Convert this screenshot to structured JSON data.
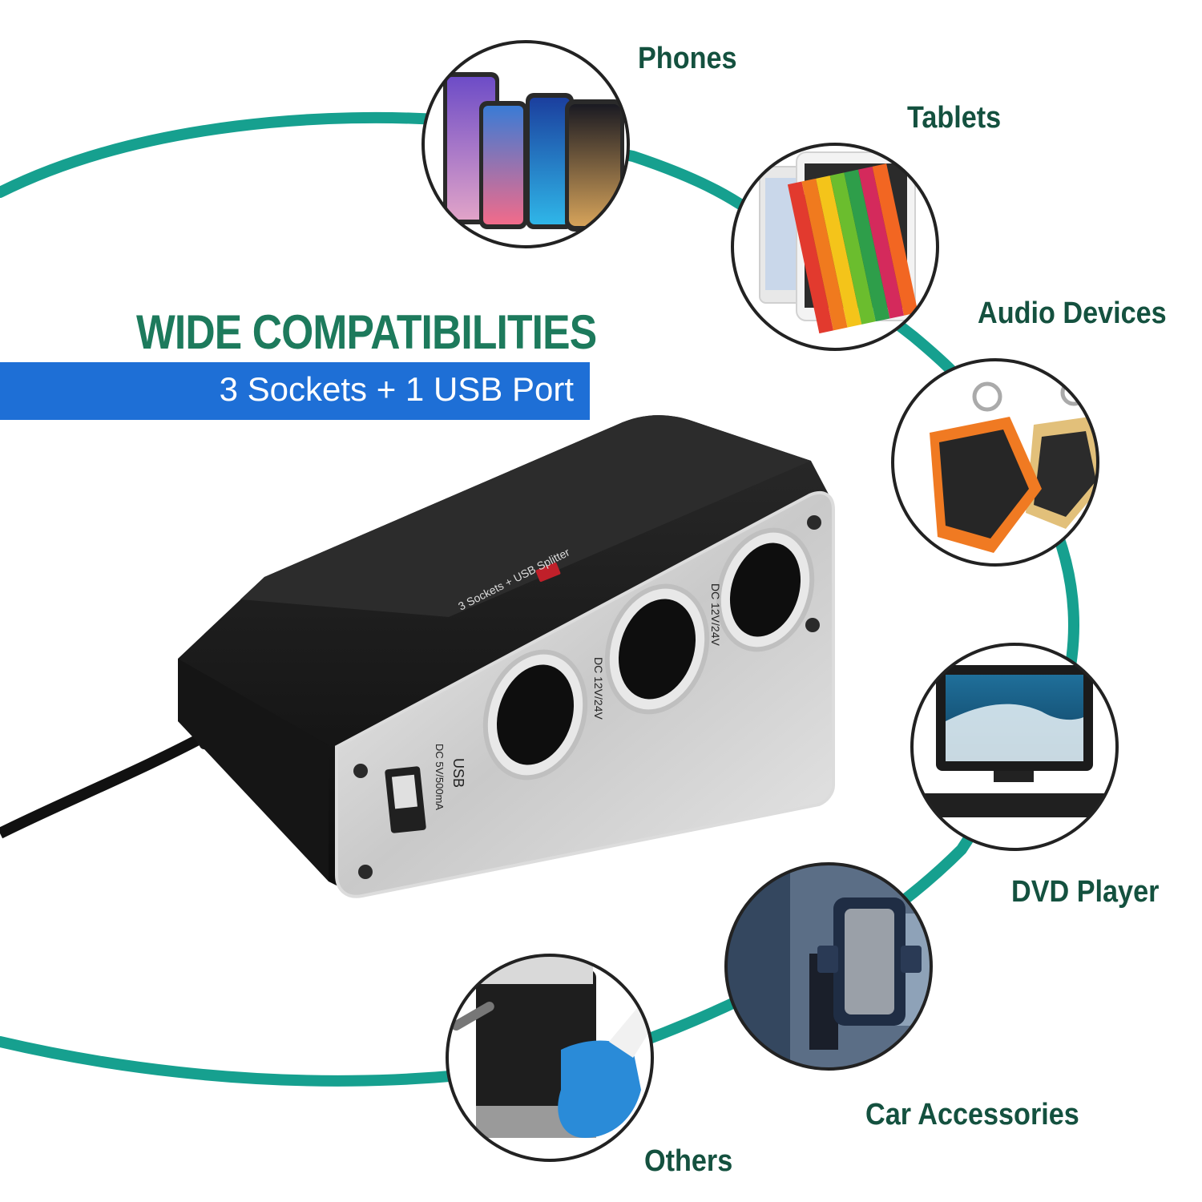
{
  "headline": "WIDE COMPATIBILITIES",
  "subheadline": "3 Sockets + 1 USB Port",
  "categories": [
    {
      "label": "Phones"
    },
    {
      "label": "Tablets"
    },
    {
      "label": "Audio Devices"
    },
    {
      "label": "DVD Player"
    },
    {
      "label": "Car Accessories"
    },
    {
      "label": "Others"
    }
  ],
  "product": {
    "top_text": "3 Sockets + USB Splitter",
    "socket_label": "DC 12V/24V",
    "usb_label": "USB",
    "usb_rating": "DC 5V/500mA"
  },
  "colors": {
    "accent_teal": "#16a08f",
    "headline_green": "#1d7a5c",
    "banner_blue": "#1e6fd6",
    "label_green": "#14513f"
  }
}
